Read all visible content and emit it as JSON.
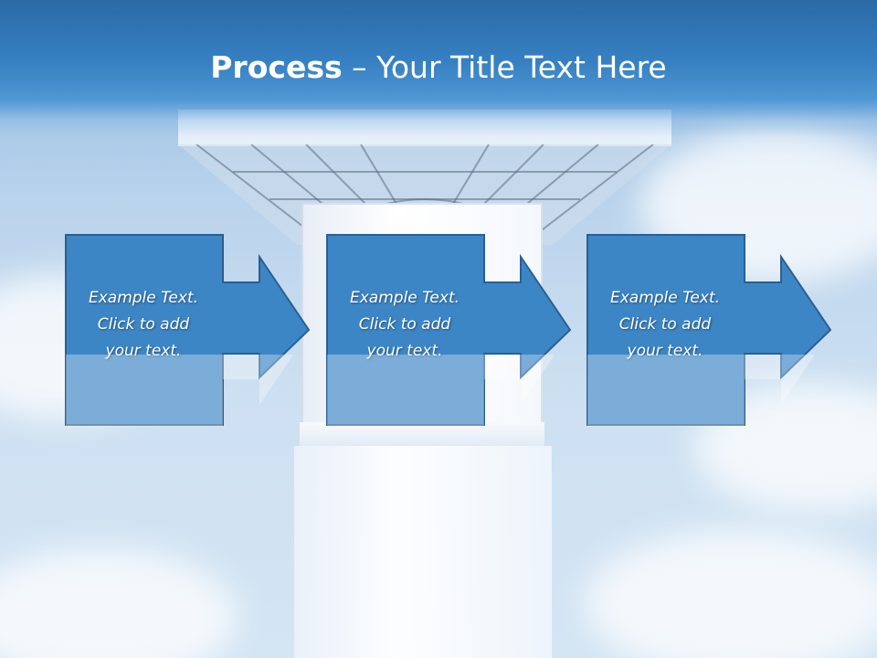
{
  "slide": {
    "title_bold": "Process",
    "title_rest": " – Your Title Text Here"
  },
  "steps": [
    {
      "line1": "Example Text.",
      "line2": "Click  to add",
      "line3": "your text."
    },
    {
      "line1": "Example Text.",
      "line2": "Click  to add",
      "line3": "your text."
    },
    {
      "line1": "Example Text.",
      "line2": "Click  to add",
      "line3": "your text."
    }
  ],
  "colors": {
    "header": "#2f78bb",
    "box_fill": "#3d86c6",
    "box_border": "#2a5f92",
    "text": "#ffffff"
  }
}
